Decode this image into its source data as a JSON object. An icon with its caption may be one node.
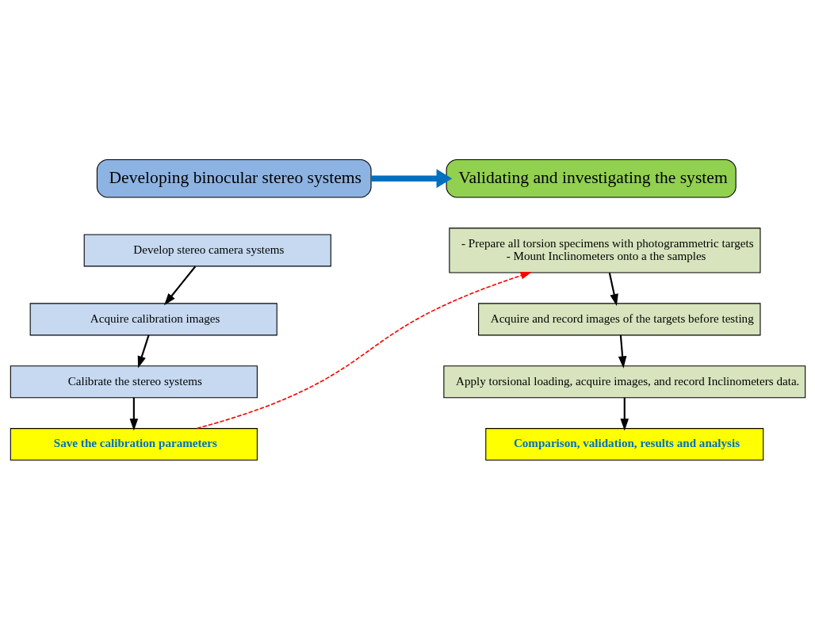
{
  "diagram": {
    "nodes": [
      {
        "text": [
          "Developing binocular stereo systems"
        ]
      },
      {
        "text": [
          "Validating and investigating the system"
        ]
      },
      {
        "text": [
          "Develop stereo camera systems"
        ]
      },
      {
        "text": [
          "Acquire calibration images"
        ]
      },
      {
        "text": [
          "Calibrate the stereo systems"
        ]
      },
      {
        "text": [
          "Save the calibration parameters"
        ]
      },
      {
        "text": [
          "- Prepare all torsion specimens with photogrammetric targets",
          "- Mount Inclinometers onto a the samples"
        ]
      },
      {
        "text": [
          "Acquire and record images of the targets before testing"
        ]
      },
      {
        "text": [
          "Apply torsional loading, acquire images, and record Inclinometers data."
        ]
      },
      {
        "text": [
          "Comparison, validation, results and analysis"
        ]
      }
    ],
    "edges": [
      {
        "from": 0,
        "to": 1,
        "arrow": "to",
        "style": "thick",
        "color": "#0070c0"
      },
      {
        "from": 2,
        "to": 3,
        "arrow": "to"
      },
      {
        "from": 3,
        "to": 4,
        "arrow": "to"
      },
      {
        "from": 4,
        "to": 5,
        "arrow": "to"
      },
      {
        "from": 5,
        "to": 6,
        "arrow": "to",
        "style": "dashed",
        "color": "#ff0000"
      },
      {
        "from": 6,
        "to": 7,
        "arrow": "to"
      },
      {
        "from": 7,
        "to": 8,
        "arrow": "to"
      },
      {
        "from": 8,
        "to": 9,
        "arrow": "to"
      }
    ]
  }
}
